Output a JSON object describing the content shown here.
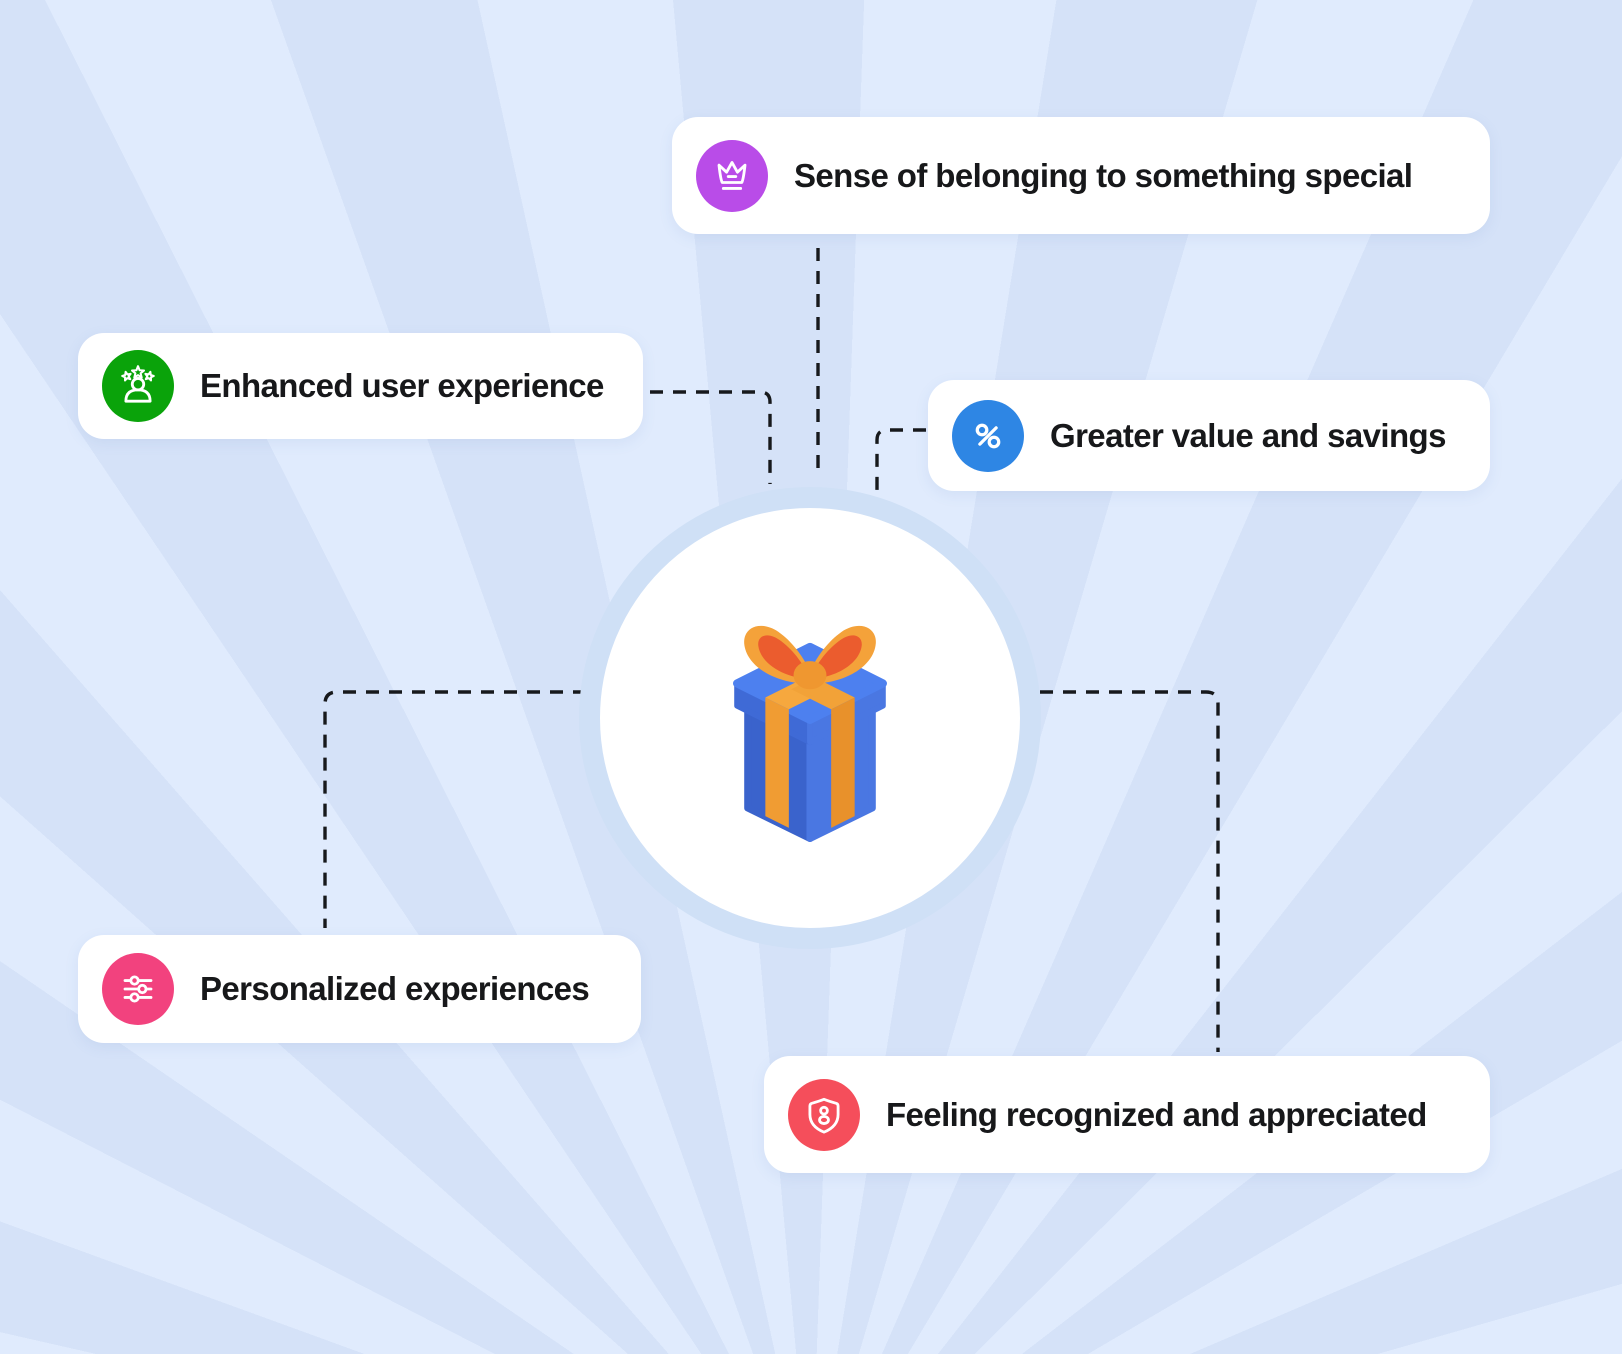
{
  "cards": [
    {
      "label": "Sense of belonging to something special",
      "icon": "crown-icon",
      "color": "#b94ce8"
    },
    {
      "label": "Enhanced user experience",
      "icon": "user-stars-icon",
      "color": "#0aa30a"
    },
    {
      "label": "Greater value and savings",
      "icon": "percent-icon",
      "color": "#2e86e4"
    },
    {
      "label": "Personalized experiences",
      "icon": "sliders-icon",
      "color": "#f2427e"
    },
    {
      "label": "Feeling recognized and appreciated",
      "icon": "shield-user-icon",
      "color": "#f54e5b"
    }
  ],
  "center": {
    "illustration": "blue-gift-box-with-orange-ribbon-bow"
  },
  "colors": {
    "background_ray_dark": "#d5e2f8",
    "background_ray_light": "#e0ebfd",
    "circle_ring": "#cfe0f6",
    "connector": "#17191c",
    "card_text": "#17181a"
  }
}
